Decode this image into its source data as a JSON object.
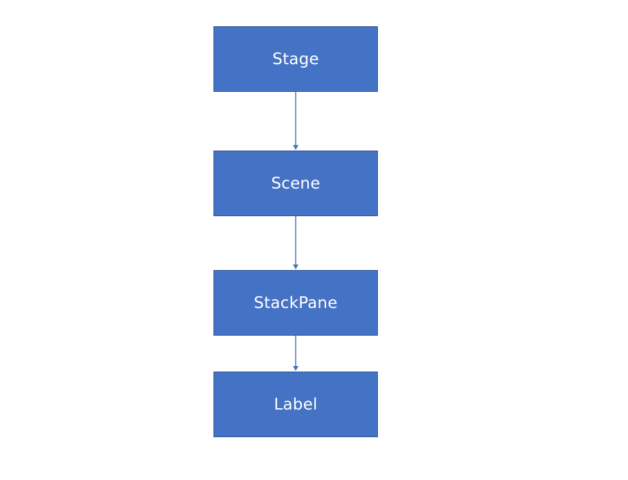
{
  "colors": {
    "node_fill": "#4472c4",
    "node_border": "#2f528f",
    "edge": "#4472c4",
    "background": "#ffffff"
  },
  "nodes": [
    {
      "id": "stage",
      "label": "Stage"
    },
    {
      "id": "scene",
      "label": "Scene"
    },
    {
      "id": "stackpane",
      "label": "StackPane"
    },
    {
      "id": "label",
      "label": "Label"
    }
  ],
  "edges": [
    {
      "from": "stage",
      "to": "scene"
    },
    {
      "from": "scene",
      "to": "stackpane"
    },
    {
      "from": "stackpane",
      "to": "label"
    }
  ]
}
